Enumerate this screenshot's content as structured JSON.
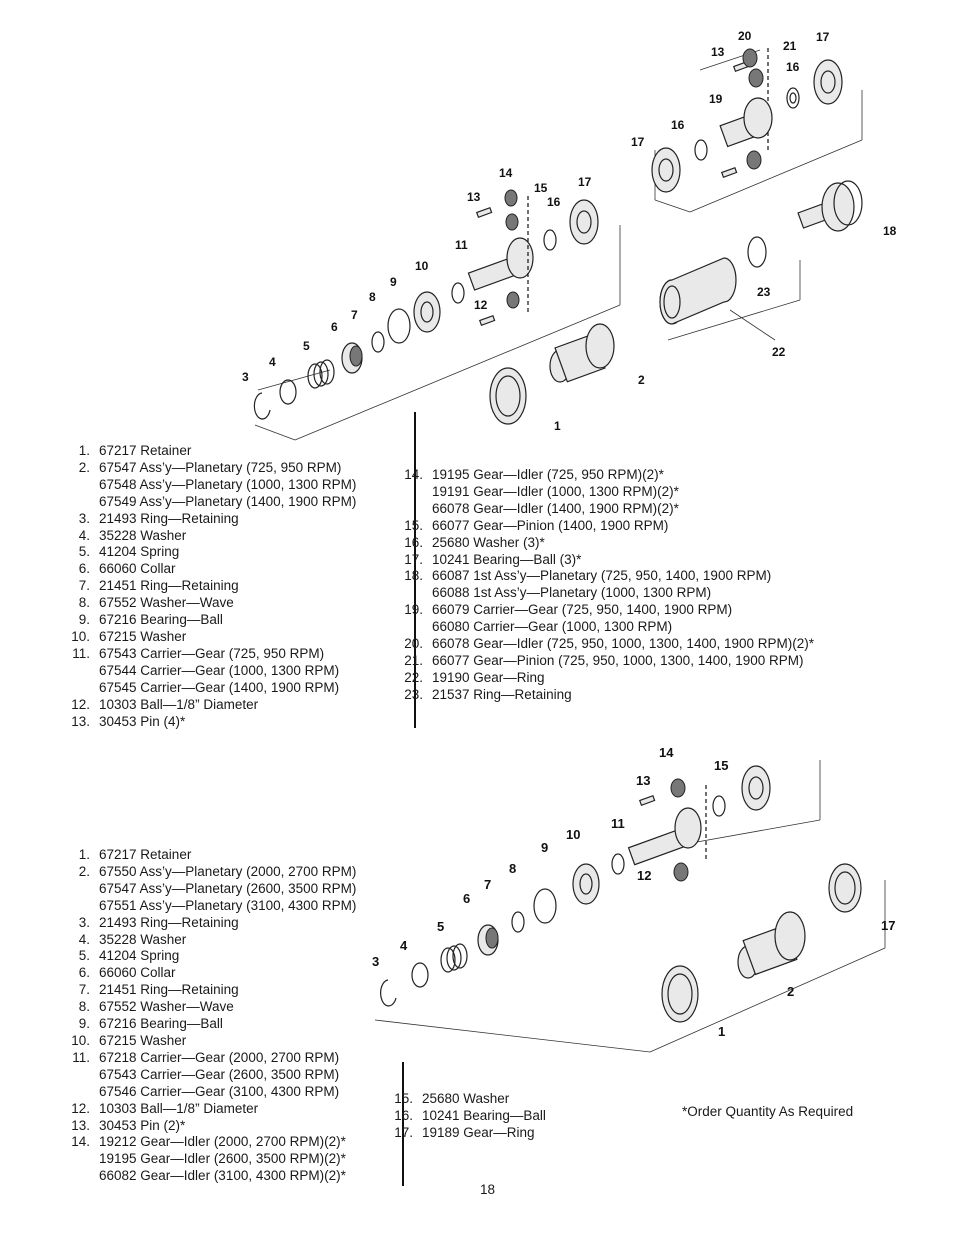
{
  "top": {
    "callouts": [
      "20",
      "17",
      "13",
      "21",
      "16",
      "19",
      "16",
      "17",
      "14",
      "13",
      "15",
      "16",
      "17",
      "11",
      "10",
      "9",
      "12",
      "8",
      "7",
      "6",
      "5",
      "4",
      "3",
      "18",
      "23",
      "22",
      "2",
      "1"
    ],
    "list_left": [
      {
        "num": "1.",
        "lines": [
          "67217 Retainer"
        ]
      },
      {
        "num": "2.",
        "lines": [
          "67547 Ass’y—Planetary (725, 950 RPM)",
          "67548 Ass’y—Planetary (1000, 1300 RPM)",
          "67549 Ass’y—Planetary (1400, 1900 RPM)"
        ]
      },
      {
        "num": "3.",
        "lines": [
          "21493 Ring—Retaining"
        ]
      },
      {
        "num": "4.",
        "lines": [
          "35228 Washer"
        ]
      },
      {
        "num": "5.",
        "lines": [
          "41204 Spring"
        ]
      },
      {
        "num": "6.",
        "lines": [
          "66060 Collar"
        ]
      },
      {
        "num": "7.",
        "lines": [
          "21451 Ring—Retaining"
        ]
      },
      {
        "num": "8.",
        "lines": [
          "67552 Washer—Wave"
        ]
      },
      {
        "num": "9.",
        "lines": [
          "67216 Bearing—Ball"
        ]
      },
      {
        "num": "10.",
        "lines": [
          "67215 Washer"
        ]
      },
      {
        "num": "11.",
        "lines": [
          "67543 Carrier—Gear (725, 950 RPM)",
          "67544 Carrier—Gear (1000, 1300 RPM)",
          "67545 Carrier—Gear (1400, 1900 RPM)"
        ]
      },
      {
        "num": "12.",
        "lines": [
          "10303 Ball—1/8” Diameter"
        ]
      },
      {
        "num": "13.",
        "lines": [
          "30453 Pin (4)*"
        ]
      }
    ],
    "list_right": [
      {
        "num": "14.",
        "lines": [
          "19195 Gear—Idler (725, 950 RPM)(2)*",
          "19191 Gear—Idler (1000, 1300 RPM)(2)*",
          "66078 Gear—Idler (1400, 1900 RPM)(2)*"
        ]
      },
      {
        "num": "15.",
        "lines": [
          "66077 Gear—Pinion (1400, 1900 RPM)"
        ]
      },
      {
        "num": "16.",
        "lines": [
          "25680 Washer (3)*"
        ]
      },
      {
        "num": "17.",
        "lines": [
          "10241 Bearing—Ball (3)*"
        ]
      },
      {
        "num": "18.",
        "lines": [
          "66087 1st Ass’y—Planetary (725, 950, 1400, 1900 RPM)",
          "66088 1st Ass’y—Planetary (1000, 1300 RPM)"
        ]
      },
      {
        "num": "19.",
        "lines": [
          "66079 Carrier—Gear (725, 950, 1400, 1900 RPM)",
          "66080 Carrier—Gear (1000, 1300 RPM)"
        ]
      },
      {
        "num": "20.",
        "lines": [
          "66078 Gear—Idler (725, 950, 1000, 1300, 1400, 1900 RPM)(2)*"
        ]
      },
      {
        "num": "21.",
        "lines": [
          "66077 Gear—Pinion (725, 950, 1000, 1300, 1400, 1900 RPM)"
        ]
      },
      {
        "num": "22.",
        "lines": [
          "19190 Gear—Ring"
        ]
      },
      {
        "num": "23.",
        "lines": [
          "21537 Ring—Retaining"
        ]
      }
    ]
  },
  "bottom": {
    "callouts": [
      "14",
      "15",
      "13",
      "11",
      "10",
      "9",
      "12",
      "8",
      "7",
      "6",
      "5",
      "4",
      "3",
      "17",
      "2",
      "1"
    ],
    "list_left": [
      {
        "num": "1.",
        "lines": [
          "67217 Retainer"
        ]
      },
      {
        "num": "2.",
        "lines": [
          "67550 Ass’y—Planetary (2000, 2700 RPM)",
          "67547 Ass’y—Planetary (2600, 3500 RPM)",
          "67551 Ass’y—Planetary (3100, 4300 RPM)"
        ]
      },
      {
        "num": "3.",
        "lines": [
          "21493 Ring—Retaining"
        ]
      },
      {
        "num": "4.",
        "lines": [
          "35228 Washer"
        ]
      },
      {
        "num": "5.",
        "lines": [
          "41204 Spring"
        ]
      },
      {
        "num": "6.",
        "lines": [
          "66060 Collar"
        ]
      },
      {
        "num": "7.",
        "lines": [
          "21451 Ring—Retaining"
        ]
      },
      {
        "num": "8.",
        "lines": [
          "67552 Washer—Wave"
        ]
      },
      {
        "num": "9.",
        "lines": [
          "67216 Bearing—Ball"
        ]
      },
      {
        "num": "10.",
        "lines": [
          "67215 Washer"
        ]
      },
      {
        "num": "11.",
        "lines": [
          "67218 Carrier—Gear (2000, 2700 RPM)",
          "67543 Carrier—Gear (2600, 3500 RPM)",
          "67546 Carrier—Gear (3100, 4300 RPM)"
        ]
      },
      {
        "num": "12.",
        "lines": [
          "10303 Ball—1/8” Diameter"
        ]
      },
      {
        "num": "13.",
        "lines": [
          "30453 Pin (2)*"
        ]
      },
      {
        "num": "14.",
        "lines": [
          "19212 Gear—Idler (2000, 2700 RPM)(2)*",
          "19195 Gear—Idler (2600, 3500 RPM)(2)*",
          "66082 Gear—Idler (3100, 4300 RPM)(2)*"
        ]
      }
    ],
    "list_right": [
      {
        "num": "15.",
        "lines": [
          "25680 Washer"
        ]
      },
      {
        "num": "16.",
        "lines": [
          "10241 Bearing—Ball"
        ]
      },
      {
        "num": "17.",
        "lines": [
          "19189 Gear—Ring"
        ]
      }
    ],
    "note": "*Order Quantity As Required"
  },
  "page_number": "18"
}
